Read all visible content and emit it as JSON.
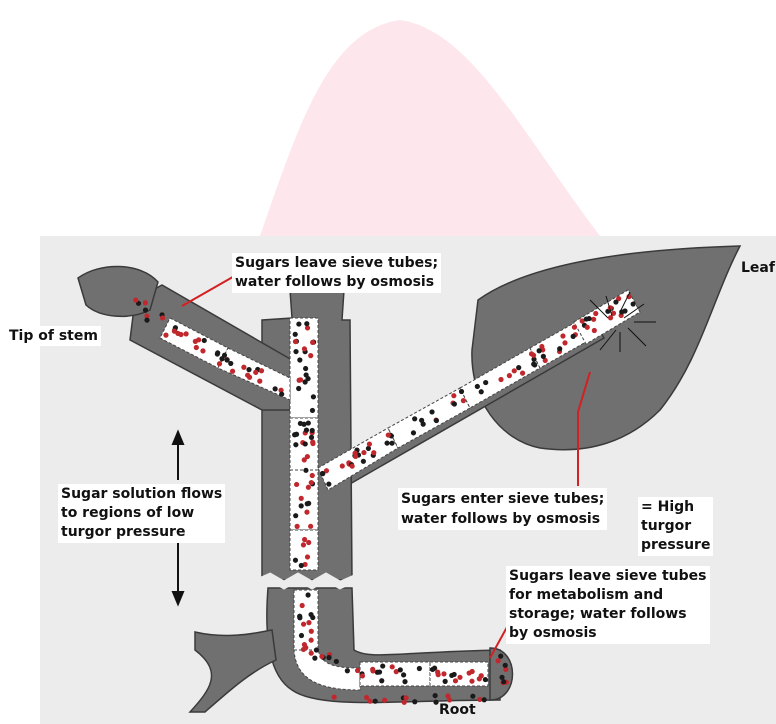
{
  "labels": {
    "tip_of_stem": "Tip of stem",
    "leaf": "Leaf",
    "root": "Root",
    "sugars_leave_top_1": "Sugars leave sieve tubes;",
    "sugars_leave_top_2": "water follows by osmosis",
    "flow_1": "Sugar solution flows",
    "flow_2": "to regions of low",
    "flow_3": "turgor pressure",
    "enter_1": "Sugars enter sieve tubes;",
    "enter_2": "water follows by osmosis",
    "high_1": "= High",
    "high_2": "turgor",
    "high_3": "pressure",
    "root_leave_1": "Sugars leave sieve tubes",
    "root_leave_2": "for metabolism and",
    "root_leave_3": "storage; water follows",
    "root_leave_4": "by osmosis"
  },
  "colors": {
    "tissue": "#6e6e6e",
    "tissue_dark": "#555555",
    "sieve_tube": "#ffffff",
    "water_dot": "#1a1a1a",
    "sugar_dot": "#c0282d",
    "pointer_line": "#d42020",
    "background_shape": "#fde3ea"
  }
}
